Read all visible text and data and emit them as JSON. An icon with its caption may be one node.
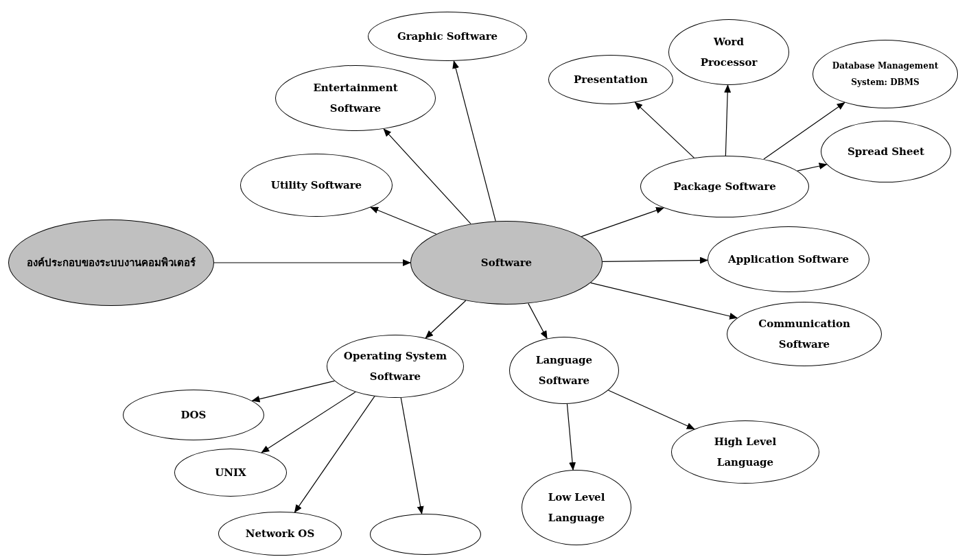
{
  "diagram": {
    "nodes": [
      {
        "text": [
          "องค์ประกอบของระบบงานคอมพิวเตอร์"
        ]
      },
      {
        "text": [
          "Software"
        ]
      },
      {
        "text": [
          "Graphic Software"
        ]
      },
      {
        "text": [
          "Entertainment Software"
        ]
      },
      {
        "text": [
          "Utility Software"
        ]
      },
      {
        "text": [
          "Presentation"
        ]
      },
      {
        "text": [
          "Word Processor"
        ]
      },
      {
        "text": [
          "Database Management System: DBMS"
        ]
      },
      {
        "text": [
          "Spread Sheet"
        ]
      },
      {
        "text": [
          "Package Software"
        ]
      },
      {
        "text": [
          "Application Software"
        ]
      },
      {
        "text": [
          "Communication Software"
        ]
      },
      {
        "text": [
          "Operating System Software"
        ]
      },
      {
        "text": [
          "Language Software"
        ]
      },
      {
        "text": [
          "DOS"
        ]
      },
      {
        "text": [
          "UNIX"
        ]
      },
      {
        "text": [
          "Network OS"
        ]
      },
      {
        "text": [],
        "shape": "ellipse"
      },
      {
        "text": [
          "High Level Language"
        ]
      },
      {
        "text": [
          "Low Level Language"
        ]
      }
    ],
    "edges": [
      {
        "from": 0,
        "to": 1,
        "arrow": "to"
      },
      {
        "from": 1,
        "to": 2,
        "arrow": "to"
      },
      {
        "from": 1,
        "to": 3,
        "arrow": "to"
      },
      {
        "from": 1,
        "to": 4,
        "arrow": "to"
      },
      {
        "from": 9,
        "to": 5,
        "arrow": "to"
      },
      {
        "from": 9,
        "to": 6,
        "arrow": "to"
      },
      {
        "from": 9,
        "to": 7,
        "arrow": "to"
      },
      {
        "from": 9,
        "to": 8,
        "arrow": "to"
      },
      {
        "from": 1,
        "to": 9,
        "arrow": "to"
      },
      {
        "from": 1,
        "to": 10,
        "arrow": "to"
      },
      {
        "from": 1,
        "to": 11,
        "arrow": "to"
      },
      {
        "from": 1,
        "to": 12,
        "arrow": "to"
      },
      {
        "from": 1,
        "to": 13,
        "arrow": "to"
      },
      {
        "from": 12,
        "to": 14,
        "arrow": "to"
      },
      {
        "from": 12,
        "to": 15,
        "arrow": "to"
      },
      {
        "from": 12,
        "to": 16,
        "arrow": "to"
      },
      {
        "from": 12,
        "to": 17,
        "arrow": "to"
      },
      {
        "from": 13,
        "to": 18,
        "arrow": "to"
      },
      {
        "from": 13,
        "to": 19,
        "arrow": "to"
      }
    ]
  }
}
